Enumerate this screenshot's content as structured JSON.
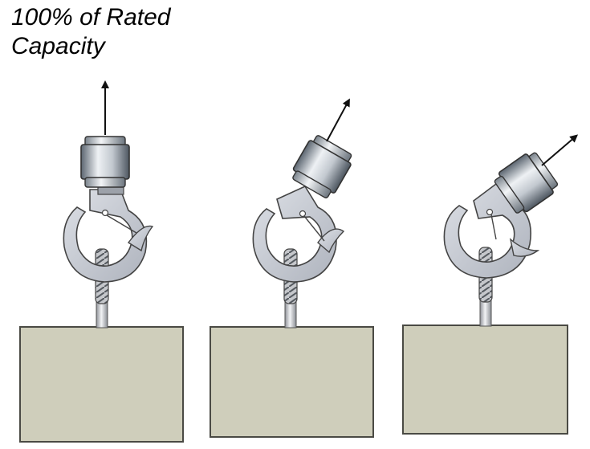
{
  "title": {
    "line1": "100% of Rated",
    "line2": "Capacity"
  },
  "colors": {
    "load_fill": "#cfcebb",
    "load_stroke": "#4a4a44",
    "hook_fill": "#c9cdd5",
    "block_light": "#eef1f4",
    "block_dark": "#5b6570",
    "eyebolt_fill": "#d8dade",
    "arrow": "#111111"
  },
  "panels": [
    {
      "name": "vertical-pull",
      "pull_angle_deg": 0
    },
    {
      "name": "angled-pull-moderate",
      "pull_angle_deg": 30
    },
    {
      "name": "angled-pull-steep",
      "pull_angle_deg": 55
    }
  ]
}
